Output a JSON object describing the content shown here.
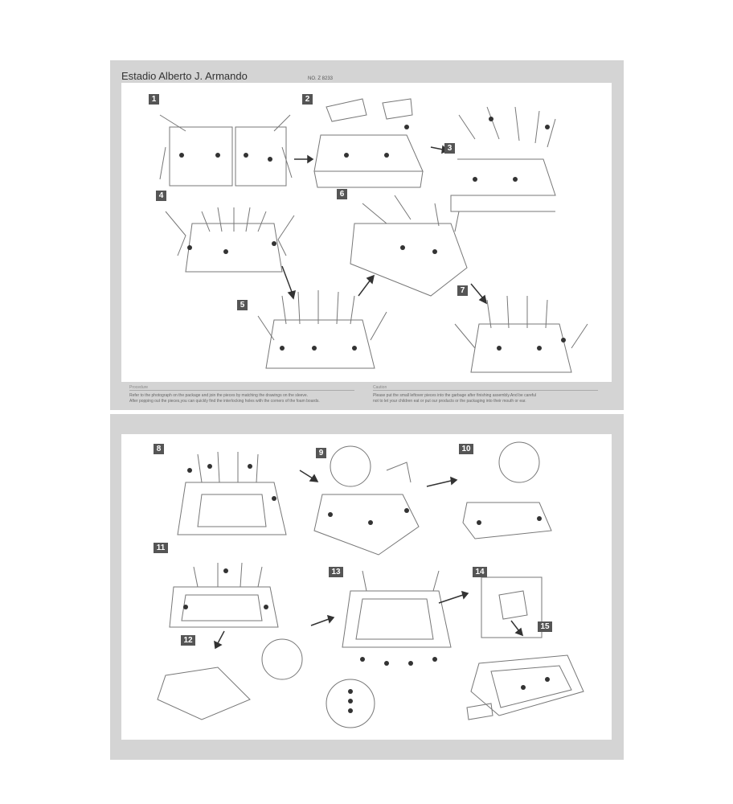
{
  "top_sheet": {
    "title": "Estadio Alberto J. Armando",
    "model_number": "NO. Z 8233",
    "steps": [
      "1",
      "2",
      "3",
      "4",
      "5",
      "6",
      "7"
    ],
    "notes": {
      "left_heading": "Procedure",
      "left_line1": "Refer to the photograph on the package and join the pieces by matching the drawings on the sleeve.",
      "left_line2": "After popping out the pieces,you can quickly find the interlocking holes with the corners of the foam boards.",
      "right_heading": "Caution",
      "right_line1": "Please put the small leftover pieces into the garbage after finishing assembly.And be careful",
      "right_line2": "not to let your children eat or put our products or the packaging into their mouth or ear."
    }
  },
  "bottom_sheet": {
    "steps": [
      "8",
      "9",
      "10",
      "11",
      "12",
      "13",
      "14",
      "15"
    ]
  },
  "colors": {
    "sheet": "#d4d4d4",
    "panel": "#ffffff",
    "step_badge": "#555555",
    "line": "#777777",
    "dot": "#333333"
  }
}
